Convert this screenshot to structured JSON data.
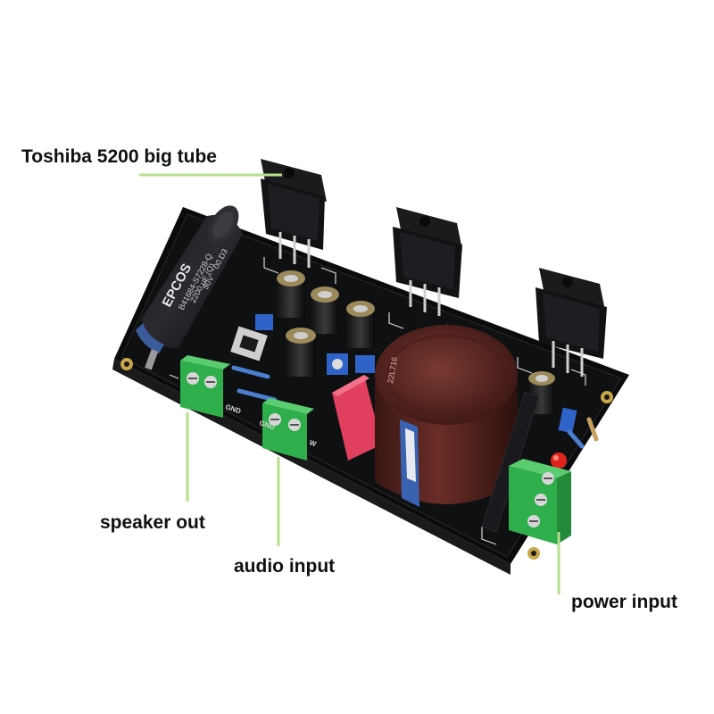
{
  "callouts": {
    "toshiba": "Toshiba 5200 big tube",
    "speaker_out": "speaker out",
    "audio_input": "audio input",
    "power_input": "power input"
  },
  "board_markings": {
    "cap_brand": "EPCOS",
    "cap_part": "B41684-S7228-Q",
    "cap_rating": "2200 µF (Q)",
    "cap_voltage": "50V",
    "cap_code": "00.D3",
    "big_cap_code": "22L716",
    "gnd_left": "GND",
    "gnd_mid": "GND",
    "mark_w": "W"
  },
  "colors": {
    "callout_line": "#b6e08c",
    "pcb": "#0e0e10",
    "terminal_green": "#2fae4c",
    "big_cap": "#5a2622",
    "film_cap": "#e0405e",
    "trimmer_blue": "#2f63c8"
  },
  "icons": {
    "transistor": "to-3p-transistor-icon",
    "terminal": "screw-terminal-icon"
  }
}
